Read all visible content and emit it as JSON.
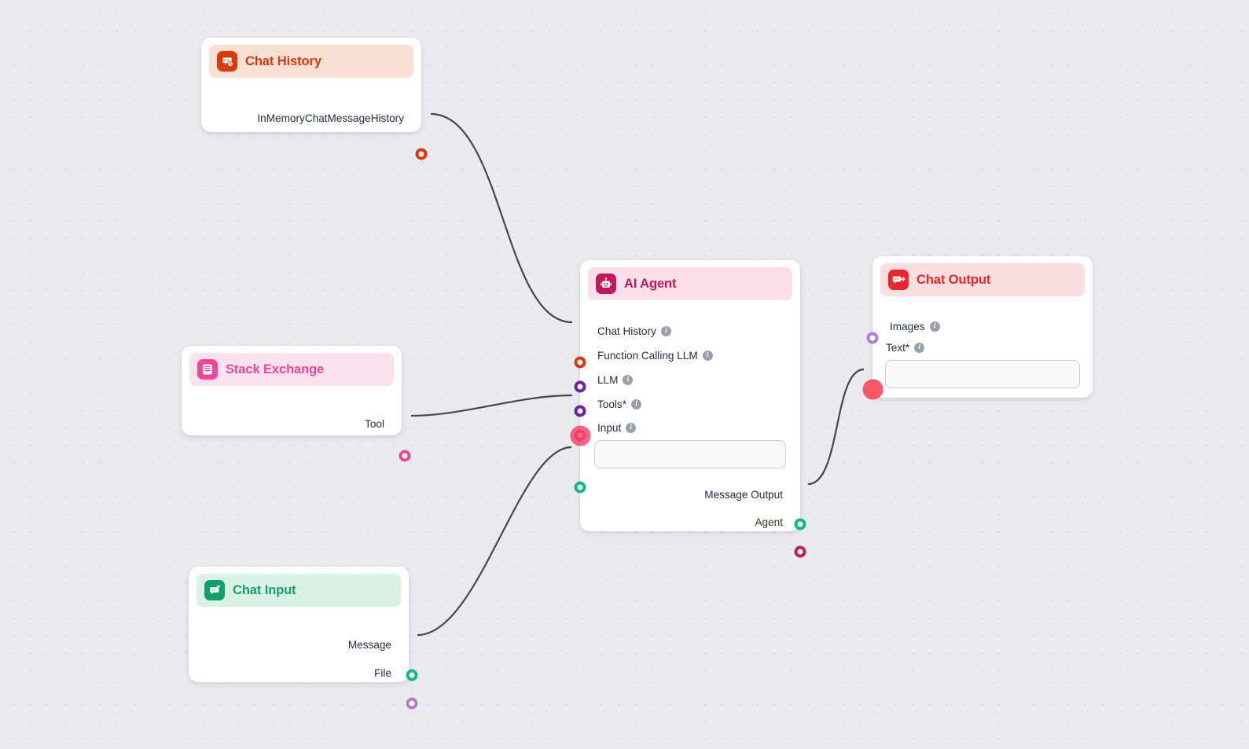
{
  "canvas": {
    "background_color": "#e9ebef",
    "dot_color": "#dcdee4",
    "edge_color": "#444648"
  },
  "colors": {
    "orange": "#d83a0b",
    "orange_soft": "#fae0d4",
    "purple": "#6b21a8",
    "pink": "#ec4899",
    "pink_soft": "#fce1ef",
    "crimson": "#c2185b",
    "crimson_soft": "#fbe0ec",
    "red": "#e8262b",
    "red_soft": "#fbdedf",
    "green": "#12b981",
    "green_soft": "#d8f2e6",
    "lilac": "#b07fd4",
    "gray": "#9aa1ab"
  },
  "nodes": [
    {
      "id": "chat-history",
      "title": "Chat History",
      "icon": "chat-history-icon",
      "accent": "#d83a0b",
      "header_bg": "#fae0d4",
      "outputs": [
        {
          "label": "InMemoryChatMessageHistory",
          "color": "#d83a0b"
        }
      ]
    },
    {
      "id": "stack-exchange",
      "title": "Stack Exchange",
      "icon": "stack-exchange-icon",
      "accent": "#ec4899",
      "header_bg": "#fce1ef",
      "outputs": [
        {
          "label": "Tool",
          "color": "#ec4899"
        }
      ]
    },
    {
      "id": "chat-input",
      "title": "Chat Input",
      "icon": "chat-input-icon",
      "accent": "#12a06a",
      "header_bg": "#d8f2e6",
      "outputs": [
        {
          "label": "Message",
          "color": "#12b981"
        },
        {
          "label": "File",
          "color": "#b07fd4"
        }
      ]
    },
    {
      "id": "ai-agent",
      "title": "AI Agent",
      "icon": "ai-agent-icon",
      "accent": "#c2185b",
      "header_bg": "#fbe0ec",
      "inputs": [
        {
          "label": "Chat History",
          "color": "#d83a0b",
          "info": true,
          "required": false,
          "highlighted": false
        },
        {
          "label": "Function Calling LLM",
          "color": "#6b21a8",
          "info": true,
          "required": false,
          "highlighted": false
        },
        {
          "label": "LLM",
          "color": "#6b21a8",
          "info": true,
          "required": false,
          "highlighted": false
        },
        {
          "label": "Tools*",
          "color": "#ec4899",
          "info": true,
          "required": true,
          "highlighted": true
        }
      ],
      "field": {
        "label": "Input",
        "info": true,
        "value": "",
        "placeholder": "",
        "handle_color": "#12b981"
      },
      "outputs": [
        {
          "label": "Message Output",
          "color": "#12b981"
        },
        {
          "label": "Agent",
          "color": "#c2185b"
        }
      ]
    },
    {
      "id": "chat-output",
      "title": "Chat Output",
      "icon": "chat-output-icon",
      "accent": "#e8262b",
      "header_bg": "#fbdedf",
      "inputs": [
        {
          "label": "Images",
          "color": "#b07fd4",
          "info": true,
          "required": false,
          "highlighted": false
        }
      ],
      "field": {
        "label": "Text*",
        "info": true,
        "value": "",
        "placeholder": "",
        "handle_color": "#12b981",
        "highlighted": true
      }
    }
  ],
  "edges": [
    {
      "from": "chat-history.InMemoryChatMessageHistory",
      "to": "ai-agent.Chat History"
    },
    {
      "from": "stack-exchange.Tool",
      "to": "ai-agent.Tools*"
    },
    {
      "from": "chat-input.Message",
      "to": "ai-agent.Input"
    },
    {
      "from": "ai-agent.Message Output",
      "to": "chat-output.Text*"
    }
  ],
  "info_glyph": "i"
}
